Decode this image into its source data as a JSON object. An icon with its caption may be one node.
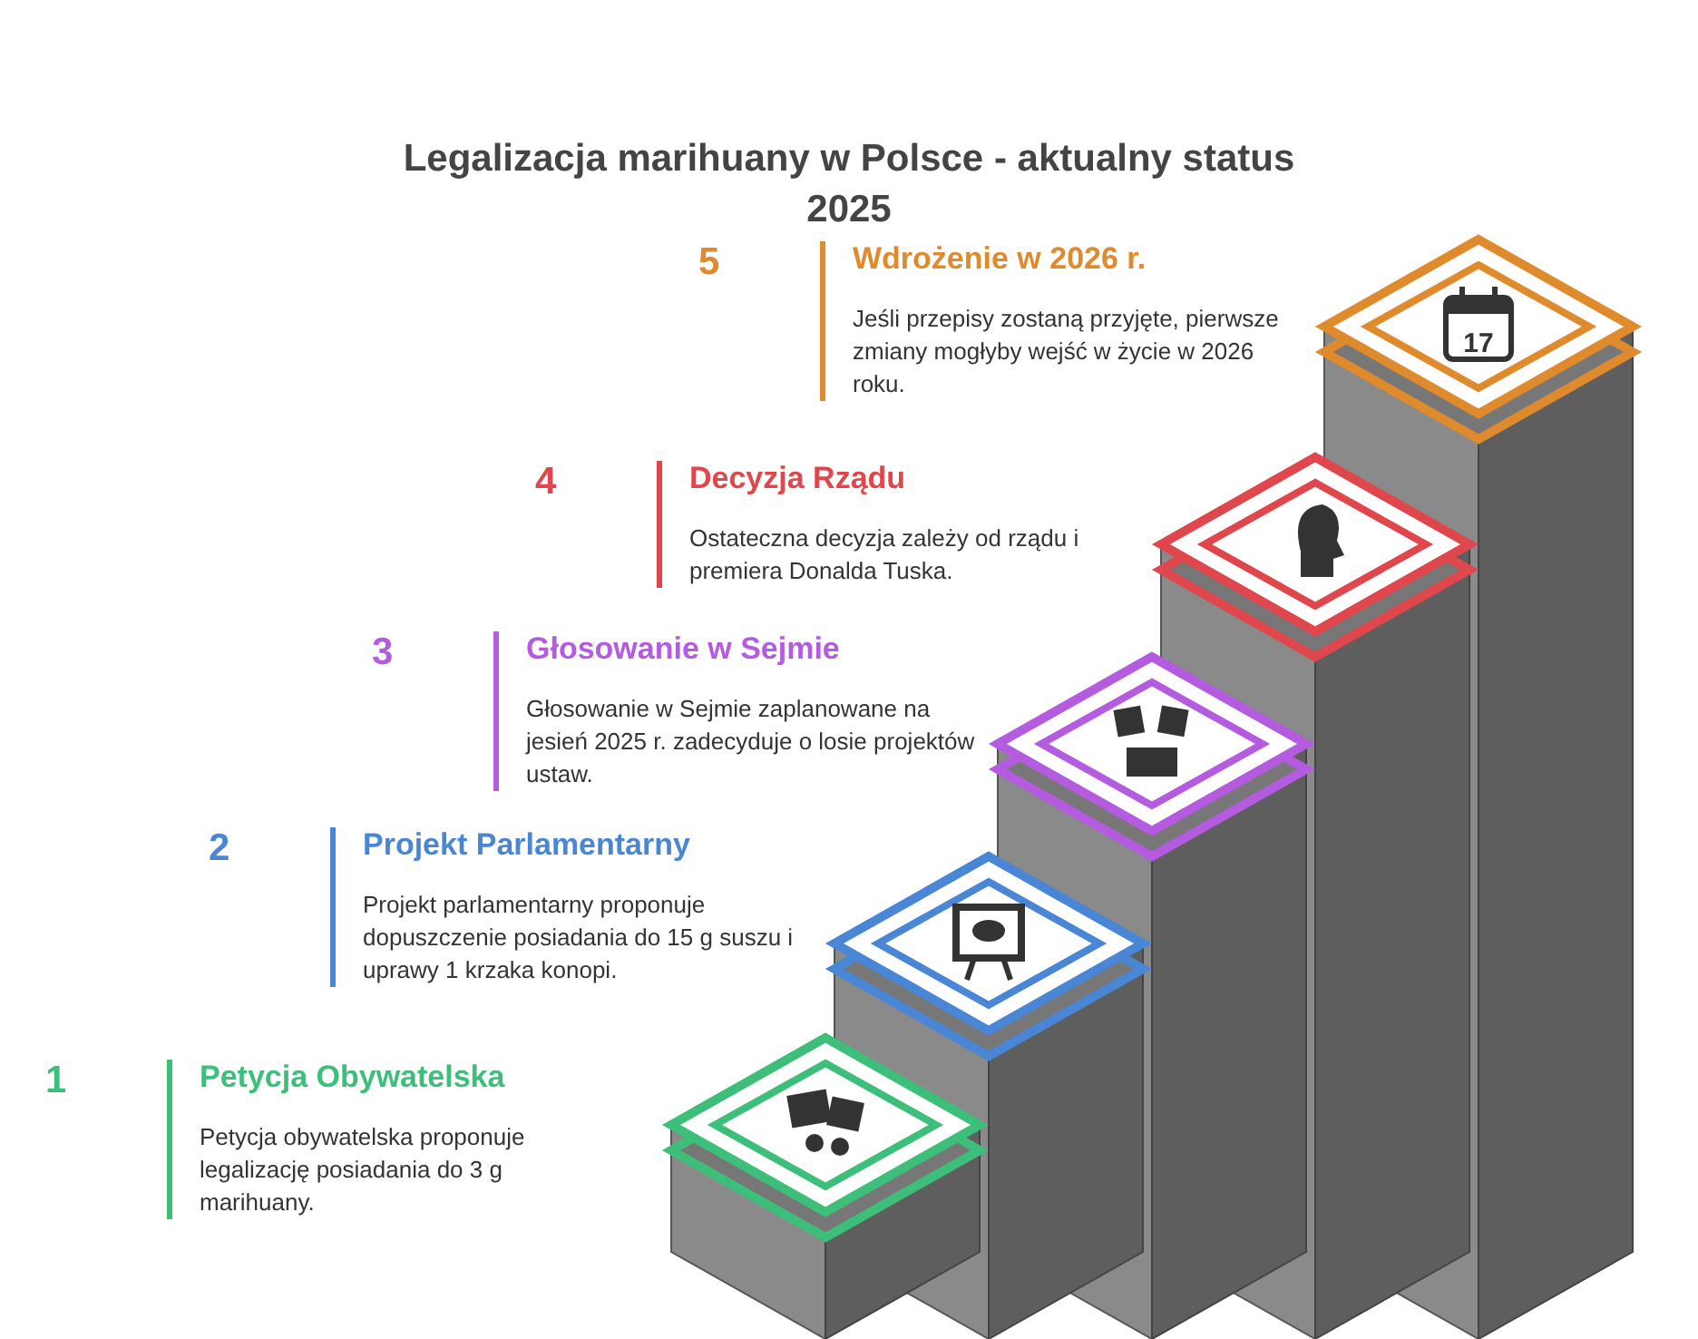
{
  "diagram": {
    "title": "Legalizacja marihuany w Polsce - aktualny status 2025",
    "nodes": [
      {
        "text": [
          "Petycja Obywatelska",
          "Petycja obywatelska proponuje legalizację posiadania do 3 g marihuany."
        ],
        "beside": [
          "1"
        ]
      },
      {
        "text": [
          "Projekt Parlamentarny",
          "Projekt parlamentarny proponuje dopuszczenie posiadania do 15 g suszu i uprawy 1 krzaka konopi."
        ],
        "beside": [
          "2"
        ]
      },
      {
        "text": [
          "Głosowanie w Sejmie",
          "Głosowanie w Sejmie zaplanowane na jesień 2025 r. zadecyduje o losie projektów ustaw."
        ],
        "beside": [
          "3"
        ]
      },
      {
        "text": [
          "Decyzja Rządu",
          "Ostateczna decyzja zależy od rządu i premiera Donalda Tuska."
        ],
        "beside": [
          "4"
        ]
      },
      {
        "text": [
          "Wdrożenie w 2026 r.",
          "Jeśli przepisy zostaną przyjęte, pierwsze zmiany mogłyby wejść w życie w 2026 roku."
        ],
        "beside": [
          "5"
        ]
      }
    ],
    "labels": [
      "17"
    ]
  }
}
